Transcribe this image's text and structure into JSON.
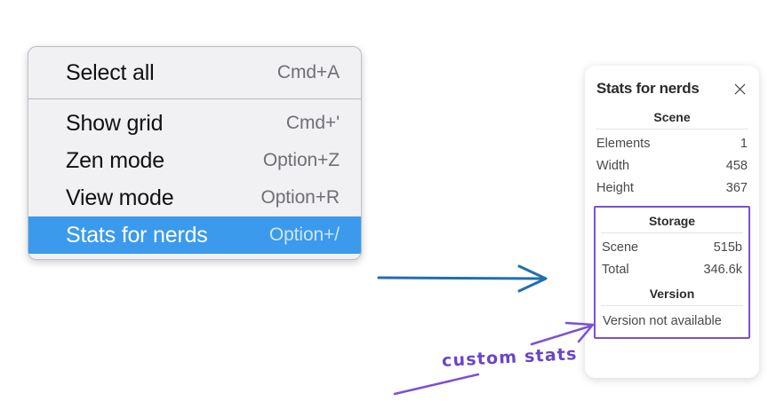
{
  "menu": {
    "groups": [
      {
        "items": [
          {
            "label": "Select all",
            "shortcut": "Cmd+A",
            "selected": false
          }
        ]
      },
      {
        "items": [
          {
            "label": "Show grid",
            "shortcut": "Cmd+'",
            "selected": false
          },
          {
            "label": "Zen mode",
            "shortcut": "Option+Z",
            "selected": false
          },
          {
            "label": "View mode",
            "shortcut": "Option+R",
            "selected": false
          },
          {
            "label": "Stats for nerds",
            "shortcut": "Option+/",
            "selected": true
          }
        ]
      }
    ],
    "highlight_color": "#3b9aec"
  },
  "stats_panel": {
    "title": "Stats for nerds",
    "close_icon": "close-icon",
    "scene": {
      "heading": "Scene",
      "rows": [
        {
          "label": "Elements",
          "value": "1"
        },
        {
          "label": "Width",
          "value": "458"
        },
        {
          "label": "Height",
          "value": "367"
        }
      ]
    },
    "custom": {
      "outline_color": "#7a50d6",
      "storage": {
        "heading": "Storage",
        "rows": [
          {
            "label": "Scene",
            "value": "515b"
          },
          {
            "label": "Total",
            "value": "346.6k"
          }
        ]
      },
      "version": {
        "heading": "Version",
        "note": "Version not available"
      }
    }
  },
  "annotations": {
    "arrow_blue": {
      "name": "blue-arrow",
      "color": "#1f6fb2"
    },
    "arrow_purple": {
      "name": "purple-arrow",
      "color": "#7a50d6"
    },
    "stroke_purple": {
      "name": "purple-underline-stroke",
      "color": "#7a50d6"
    },
    "label": "custom stats",
    "label_color": "#6a45c8"
  }
}
